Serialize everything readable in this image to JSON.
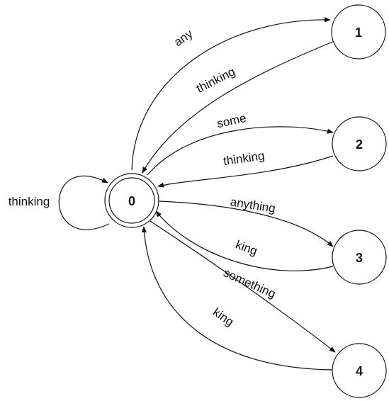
{
  "nodes": [
    {
      "id": "0",
      "label": "0",
      "accepting": true
    },
    {
      "id": "1",
      "label": "1",
      "accepting": false
    },
    {
      "id": "2",
      "label": "2",
      "accepting": false
    },
    {
      "id": "3",
      "label": "3",
      "accepting": false
    },
    {
      "id": "4",
      "label": "4",
      "accepting": false
    }
  ],
  "edges": [
    {
      "from": "0",
      "to": "0",
      "label": "thinking"
    },
    {
      "from": "0",
      "to": "1",
      "label": "any"
    },
    {
      "from": "1",
      "to": "0",
      "label": "thinking"
    },
    {
      "from": "0",
      "to": "2",
      "label": "some"
    },
    {
      "from": "2",
      "to": "0",
      "label": "thinking"
    },
    {
      "from": "0",
      "to": "3",
      "label": "anything"
    },
    {
      "from": "3",
      "to": "0",
      "label": "king"
    },
    {
      "from": "0",
      "to": "4",
      "label": "something"
    },
    {
      "from": "4",
      "to": "0",
      "label": "king"
    }
  ],
  "colors": {
    "stroke": "#111111",
    "background": "#ffffff"
  }
}
